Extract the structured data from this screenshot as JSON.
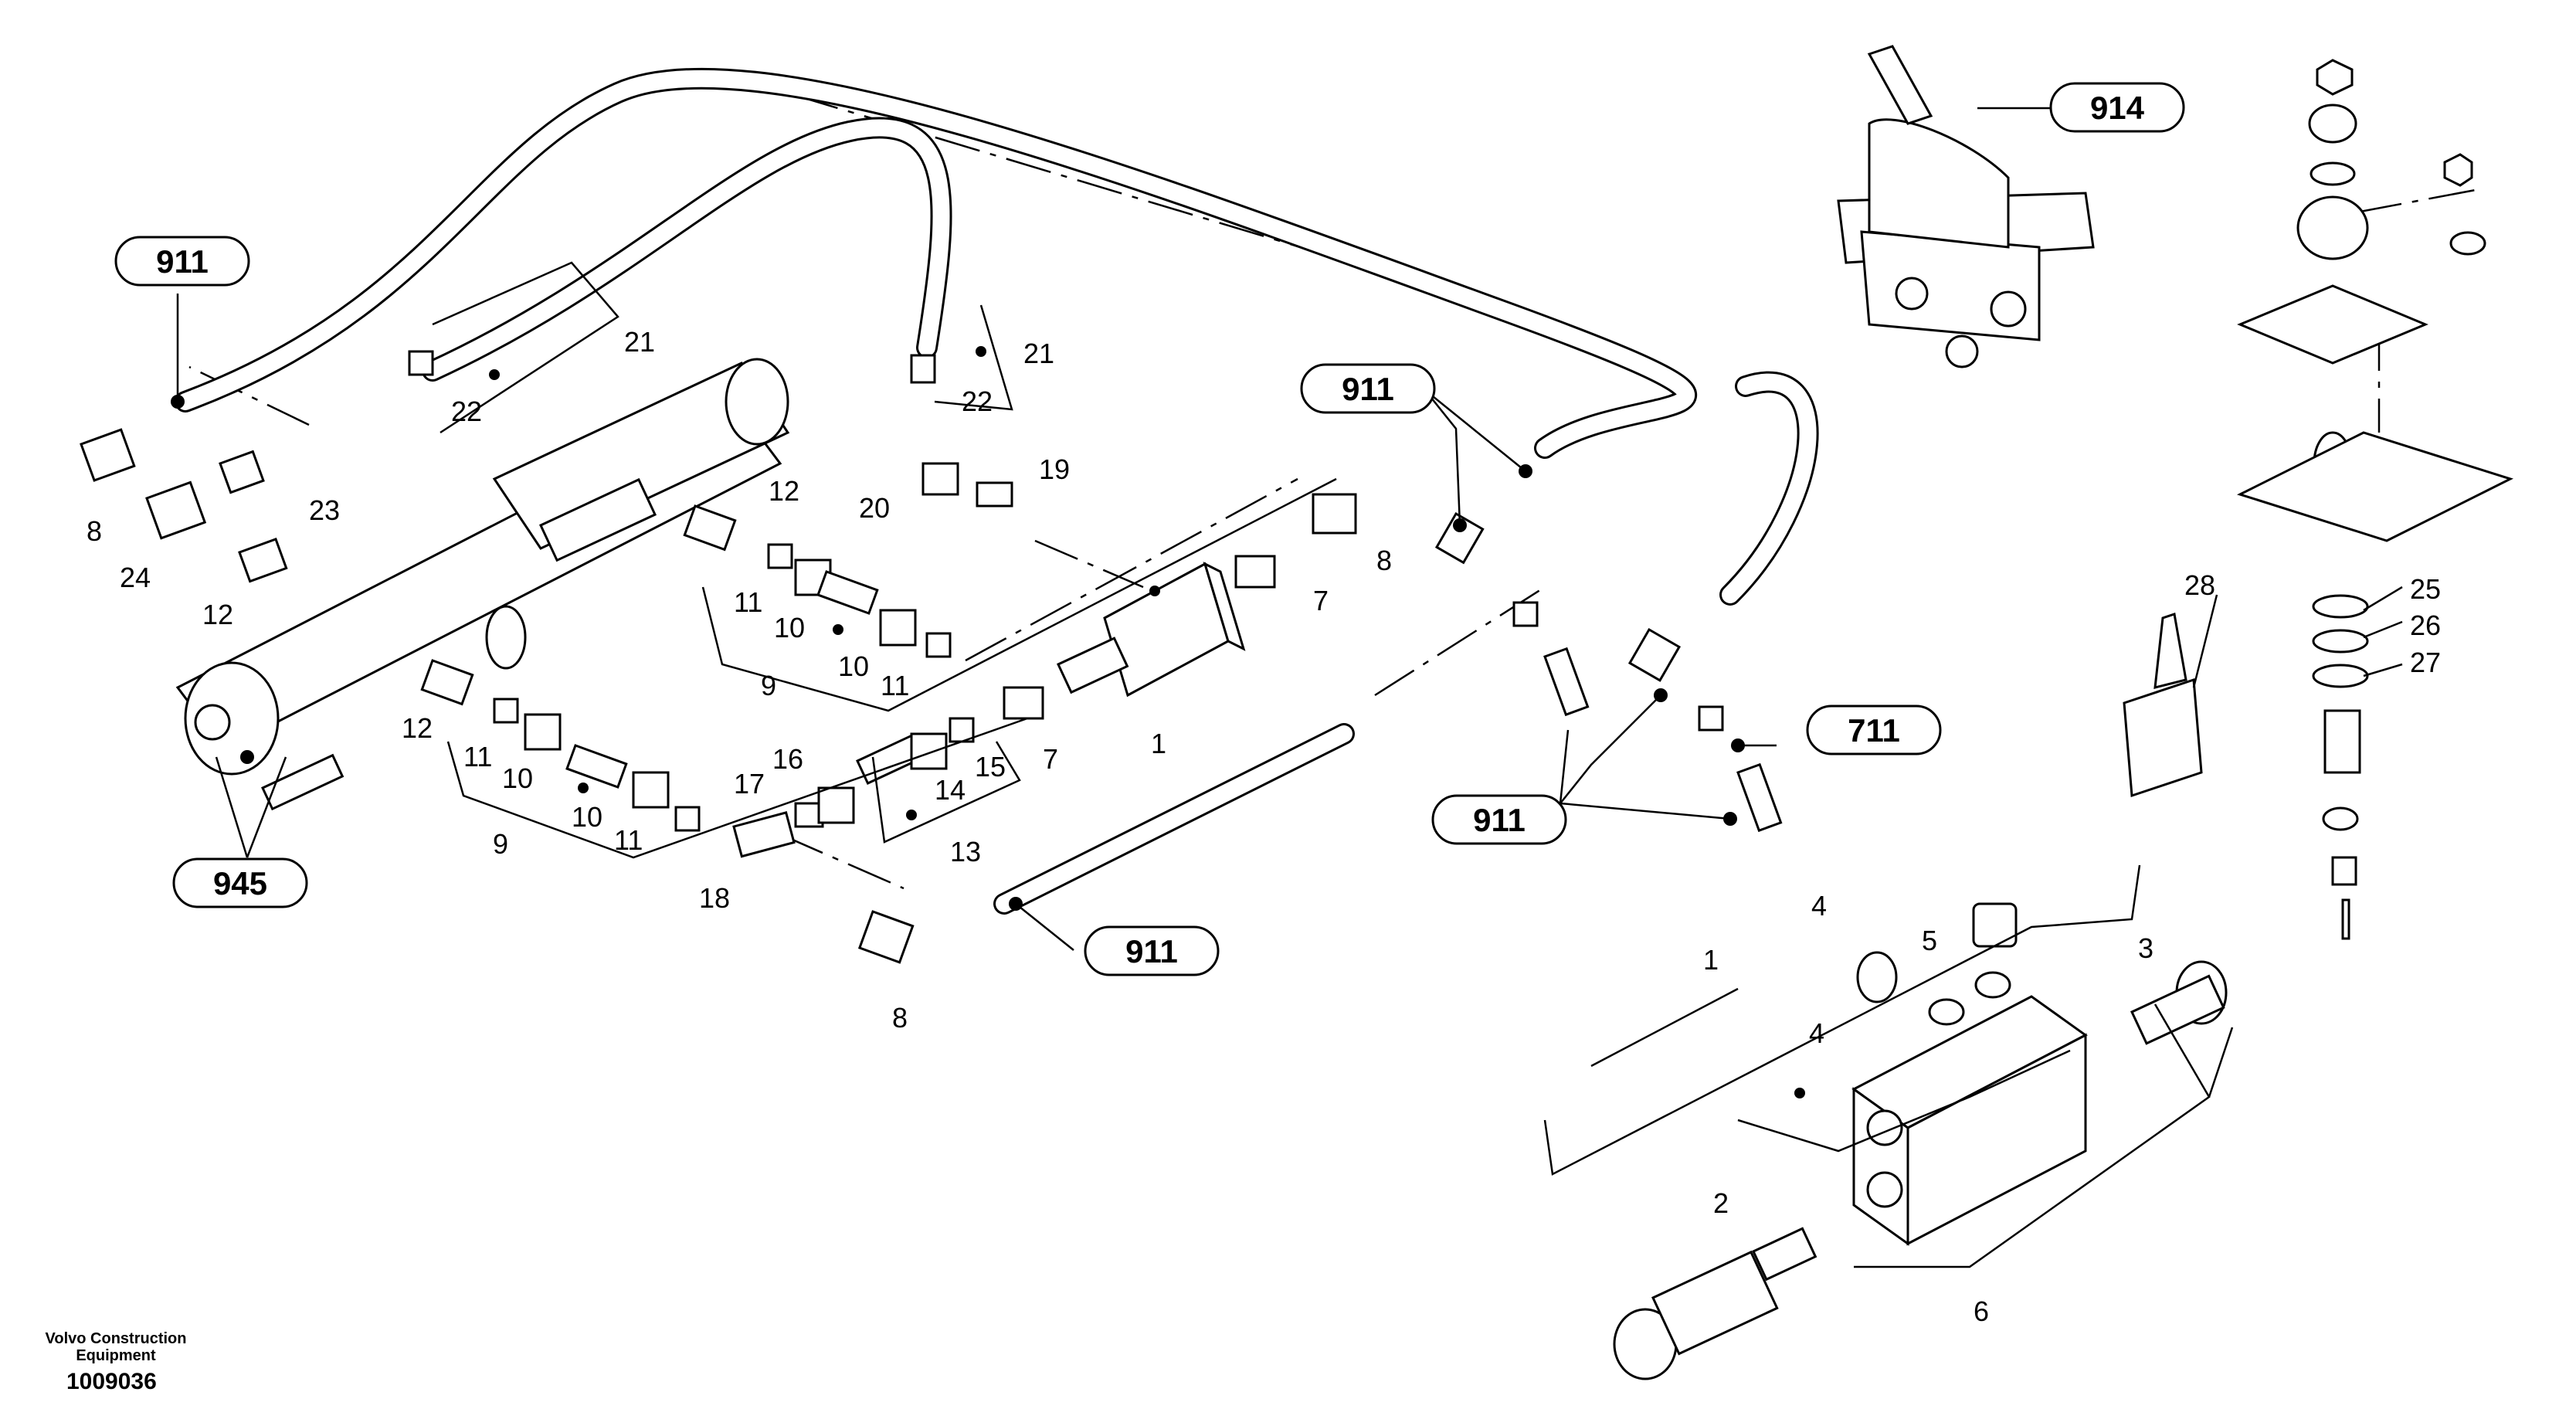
{
  "diagram": {
    "reference_labels": {
      "r911_a": "911",
      "r911_b": "911",
      "r911_c": "911",
      "r911_d": "911",
      "r914": "914",
      "r711": "711",
      "r945": "945"
    },
    "part_numbers": {
      "p8_a": "8",
      "p24": "24",
      "p12_a": "12",
      "p23": "23",
      "p22_a": "22",
      "p21_a": "21",
      "p21_b": "21",
      "p22_b": "22",
      "p20": "20",
      "p19": "19",
      "p12_b": "12",
      "p11_a": "11",
      "p10_a": "10",
      "p10_b": "10",
      "p11_b": "11",
      "p9_a": "9",
      "p8_b": "8",
      "p7_a": "7",
      "p1_a": "1",
      "p7_b": "7",
      "p12_c": "12",
      "p11_c": "11",
      "p10_c": "10",
      "p10_d": "10",
      "p11_d": "11",
      "p9_b": "9",
      "p17": "17",
      "p16": "16",
      "p15": "15",
      "p14": "14",
      "p13": "13",
      "p18": "18",
      "p8_c": "8",
      "p28": "28",
      "p25": "25",
      "p26": "26",
      "p27": "27",
      "p1_b": "1",
      "p4_a": "4",
      "p4_b": "4",
      "p5": "5",
      "p3": "3",
      "p2": "2",
      "p6": "6"
    }
  },
  "footer": {
    "company": "Volvo Construction Equipment",
    "drawing_number": "1009036"
  }
}
